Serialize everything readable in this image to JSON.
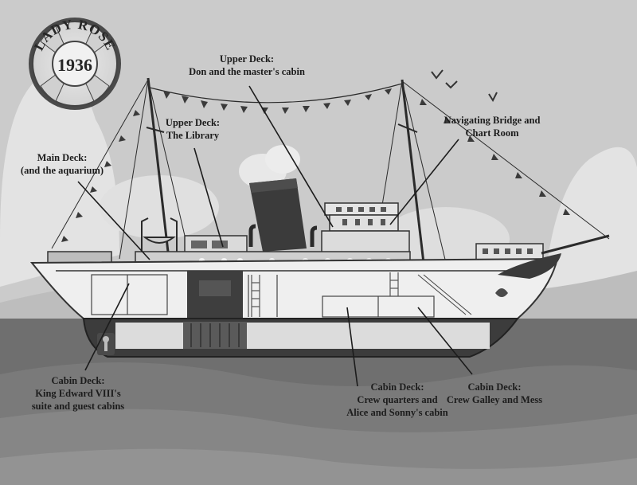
{
  "badge": {
    "name": "LADY ROSE",
    "year": "1936"
  },
  "labels": {
    "upper_deck_master": {
      "line1": "Upper Deck:",
      "line2": "Don and the master's cabin"
    },
    "upper_deck_library": {
      "line1": "Upper Deck:",
      "line2": "The Library"
    },
    "navigating_bridge": {
      "line1": "Navigating Bridge and",
      "line2": "Chart Room"
    },
    "main_deck": {
      "line1": "Main Deck:",
      "line2": "(and the aquarium)"
    },
    "cabin_deck_king": {
      "line1": "Cabin Deck:",
      "line2": "King Edward VIII's",
      "line3": "suite and guest cabins"
    },
    "cabin_deck_crew_quarters": {
      "line1": "Cabin Deck:",
      "line2": "Crew quarters and",
      "line3": "Alice and Sonny's cabin"
    },
    "cabin_deck_galley": {
      "line1": "Cabin Deck:",
      "line2": "Crew Galley and Mess"
    }
  },
  "colors": {
    "sky": "#cbcbcb",
    "cloud": "#e2e2e2",
    "water": "#6f6f6f",
    "hull_white": "#efefef",
    "hull_dark": "#3c3c3c",
    "ink": "#1c1c1c"
  },
  "icons": [
    "life-ring-icon",
    "bird-icon",
    "pennant-flag-icon",
    "funnel-icon",
    "anchor-icon"
  ]
}
